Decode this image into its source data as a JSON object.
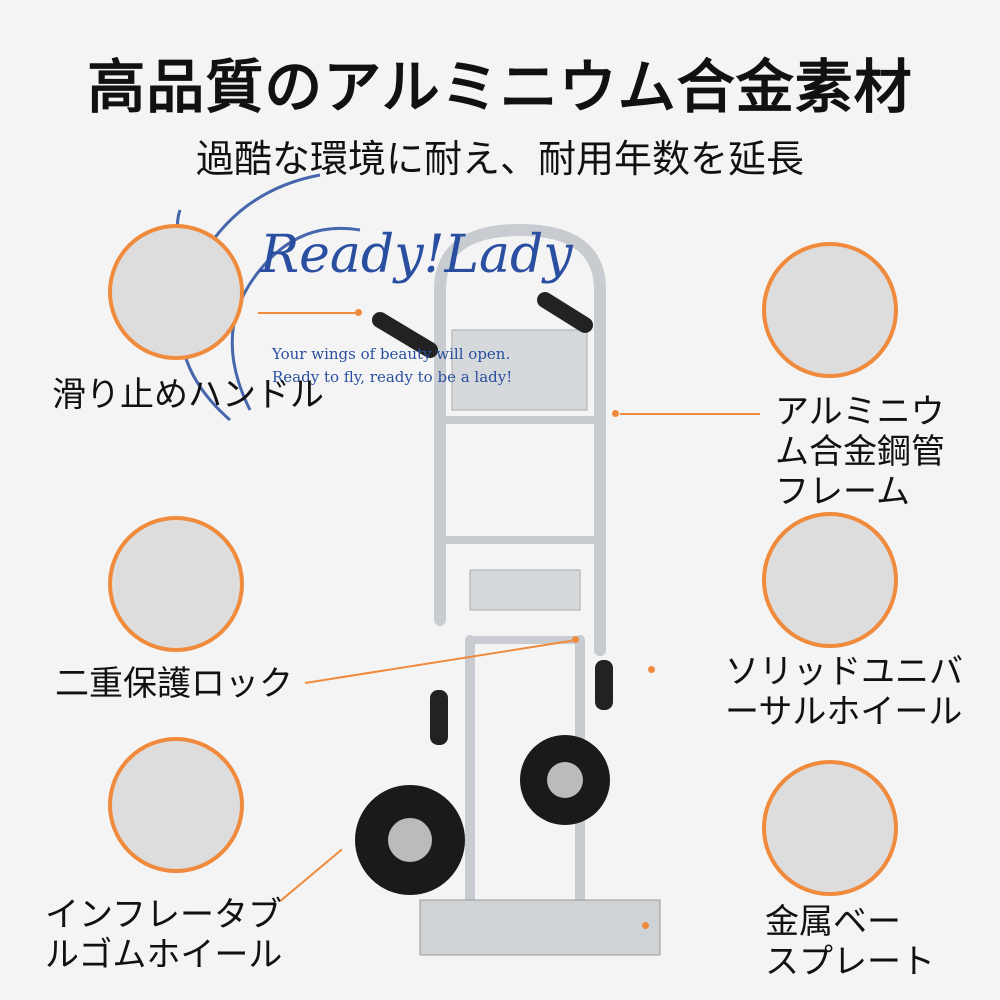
{
  "title": "高品質のアルミニウム合金素材",
  "subtitle": "過酷な環境に耐え、耐用年数を延長",
  "watermark": {
    "brand": "Ready!Lady",
    "line1": "Your wings of beauty will open.",
    "line2": "Ready to fly, ready to be a lady!"
  },
  "features": {
    "handle": [
      "滑り止めハンドル"
    ],
    "frame": [
      "アルミニウ",
      "ム合金鋼管",
      "フレーム"
    ],
    "lock": [
      "二重保護ロック"
    ],
    "caster": [
      "ソリッドユニバ",
      "ーサルホイール"
    ],
    "tire": [
      "インフレータブ",
      "ルゴムホイール"
    ],
    "plate": [
      "金属ベー",
      "スプレート"
    ]
  },
  "colors": {
    "accent": "#f08a3c",
    "watermark": "#2a4fa0"
  }
}
